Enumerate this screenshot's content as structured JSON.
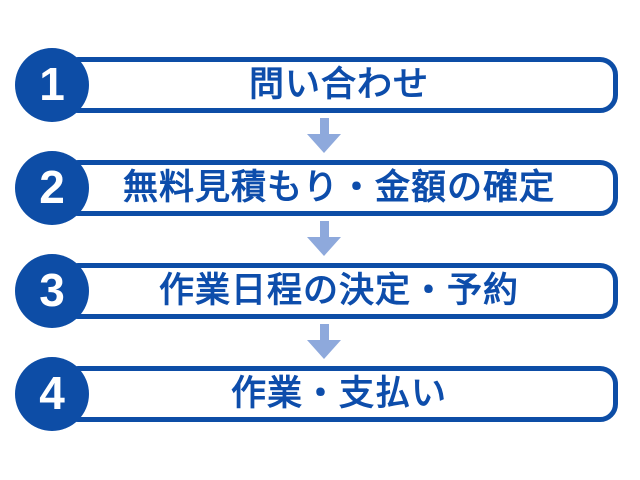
{
  "colors": {
    "primary": "#0d4da6",
    "text": "#0d4dab",
    "arrow": "#8ea9dc",
    "background": "#ffffff"
  },
  "steps": [
    {
      "number": "1",
      "label": "問い合わせ"
    },
    {
      "number": "2",
      "label": "無料見積もり・金額の確定"
    },
    {
      "number": "3",
      "label": "作業日程の決定・予約"
    },
    {
      "number": "4",
      "label": "作業・支払い"
    }
  ]
}
